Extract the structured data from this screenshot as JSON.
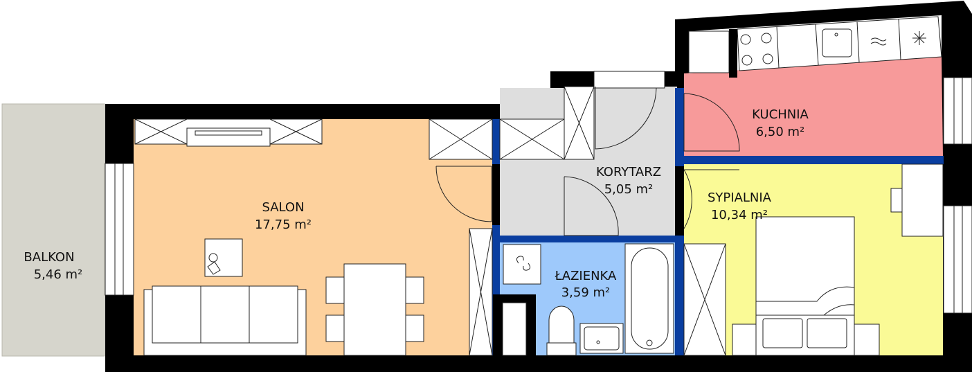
{
  "floor_plan": {
    "rooms": [
      {
        "id": "balkon",
        "name": "BALKON",
        "area": "5,46 m²",
        "color": "#d6d5cc"
      },
      {
        "id": "salon",
        "name": "SALON",
        "area": "17,75 m²",
        "color": "#fdd19d"
      },
      {
        "id": "korytarz",
        "name": "KORYTARZ",
        "area": "5,05 m²",
        "color": "#dedede"
      },
      {
        "id": "kuchnia",
        "name": "KUCHNIA",
        "area": "6,50 m²",
        "color": "#f79a9a"
      },
      {
        "id": "sypialnia",
        "name": "SYPIALNIA",
        "area": "10,34 m²",
        "color": "#fafa96"
      },
      {
        "id": "lazienka",
        "name": "ŁAZIENKA",
        "area": "3,59 m²",
        "color": "#9ec9fb"
      }
    ],
    "colors": {
      "wall": "#000000",
      "partition": "#0a3ea0",
      "furniture_stroke": "#222222"
    }
  }
}
